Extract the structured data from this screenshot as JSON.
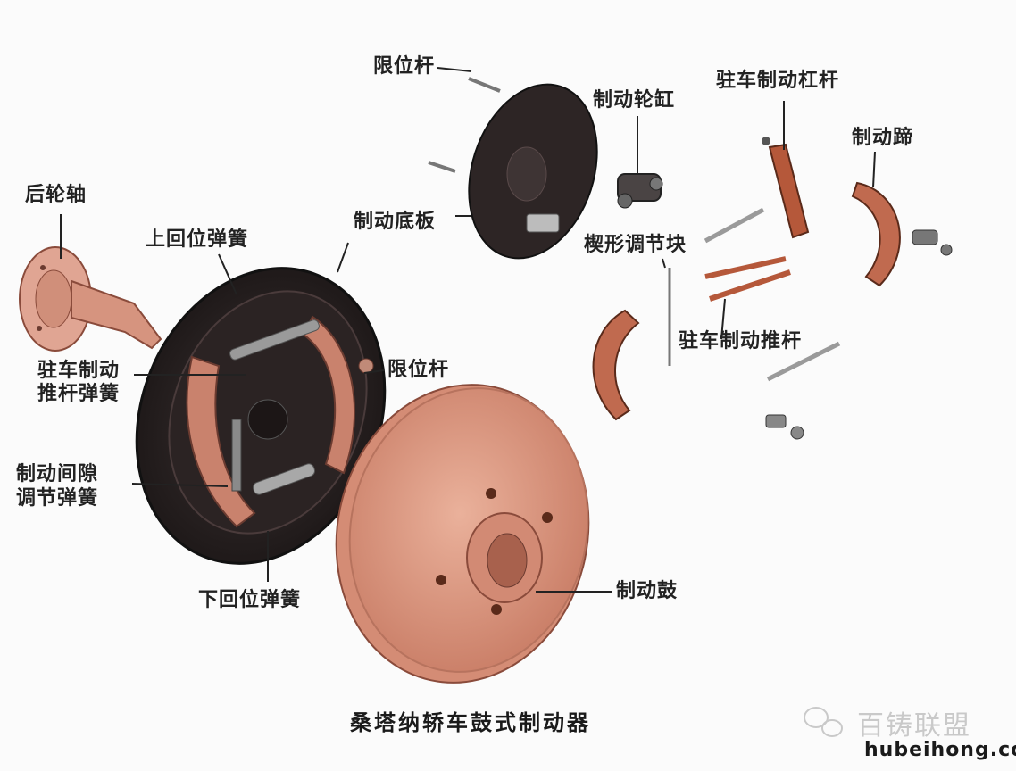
{
  "labels": {
    "limit_rod_top": "限位杆",
    "wheel_cylinder": "制动轮缸",
    "parking_lever": "驻车制动杠杆",
    "brake_shoe": "制动蹄",
    "rear_axle": "后轮轴",
    "upper_return_spring": "上回位弹簧",
    "backing_plate": "制动底板",
    "wedge_adjuster": "楔形调节块",
    "parking_push_rod": "驻车制动推杆",
    "parking_push_spring_1": "驻车制动",
    "parking_push_spring_2": "推杆弹簧",
    "limit_rod_mid": "限位杆",
    "clearance_spring_1": "制动间隙",
    "clearance_spring_2": "调节弹簧",
    "brake_drum": "制动鼓",
    "lower_return_spring": "下回位弹簧"
  },
  "caption": "桑塔纳轿车鼓式制动器",
  "watermark": {
    "brand": "百铸联盟",
    "url": "hubeihong.com",
    "icon": "wechat-icon"
  },
  "colors": {
    "copper": "#d9947e",
    "drum": "#e3a08a",
    "dark_plate": "#2a2323",
    "rust": "#b5583a"
  }
}
